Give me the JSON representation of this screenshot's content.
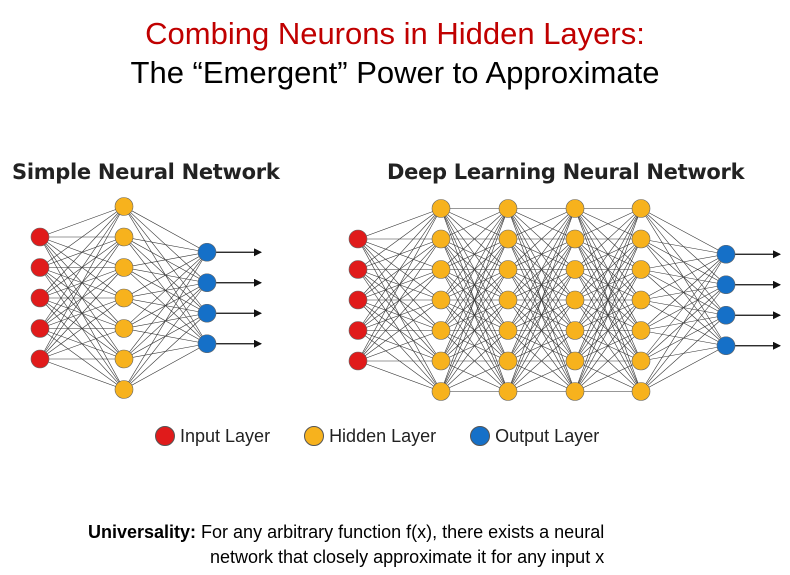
{
  "title": {
    "line1": "Combing Neurons in Hidden Layers:",
    "line2": "The “Emergent” Power to Approximate"
  },
  "networks": {
    "simple": {
      "label": "Simple Neural Network",
      "layers": [
        {
          "type": "input",
          "count": 5
        },
        {
          "type": "hidden",
          "count": 7
        },
        {
          "type": "output",
          "count": 4
        }
      ]
    },
    "deep": {
      "label": "Deep Learning Neural Network",
      "layers": [
        {
          "type": "input",
          "count": 5
        },
        {
          "type": "hidden",
          "count": 7
        },
        {
          "type": "hidden",
          "count": 7
        },
        {
          "type": "hidden",
          "count": 7
        },
        {
          "type": "hidden",
          "count": 7
        },
        {
          "type": "output",
          "count": 4
        }
      ]
    }
  },
  "colors": {
    "input": "#e01b1b",
    "hidden": "#f7b21d",
    "output": "#1570c8",
    "edge": "#333333"
  },
  "legend": {
    "input": "Input Layer",
    "hidden": "Hidden Layer",
    "output": "Output Layer"
  },
  "footer": {
    "bold": "Universality:",
    "line1_rest": " For any arbitrary function f(x), there exists a neural",
    "line2": "network that closely approximate it for any input x"
  }
}
